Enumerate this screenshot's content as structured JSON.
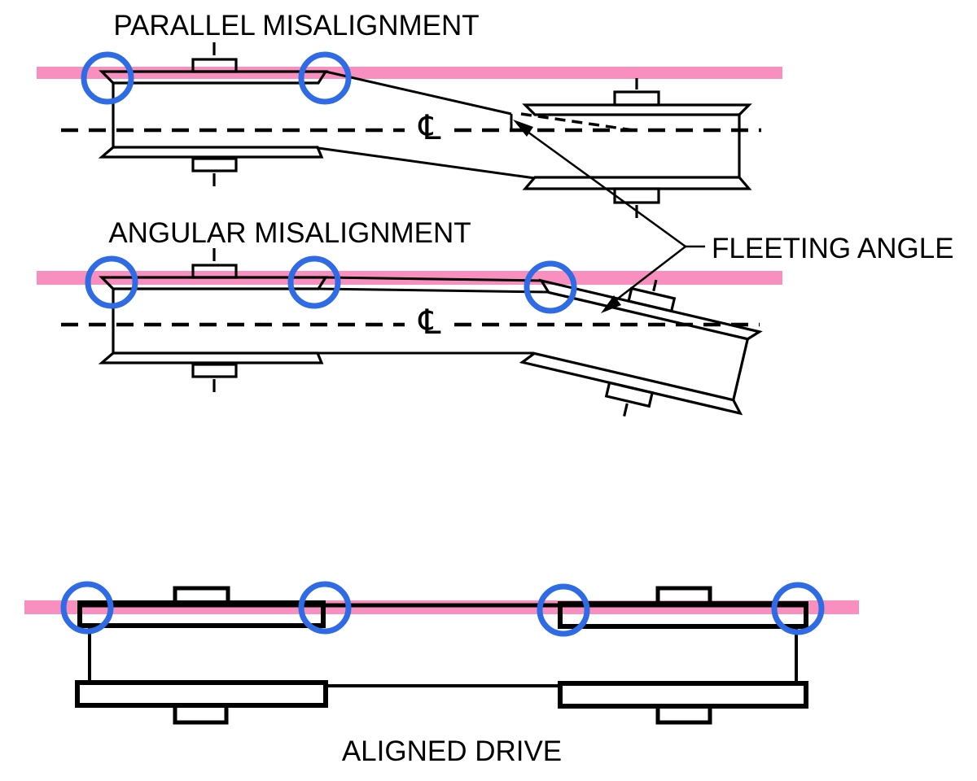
{
  "diagram": {
    "labels": {
      "parallel_title": "PARALLEL MISALIGNMENT",
      "angular_title": "ANGULAR MISALIGNMENT",
      "fleeting_angle": "FLEETING ANGLE",
      "aligned_title": "ALIGNED DRIVE",
      "centerline_symbol": "℄"
    },
    "colors": {
      "ink": "#000000",
      "band_pink": "#F98FBE",
      "circle_blue": "#2F6BE4",
      "background": "#FFFFFF"
    }
  }
}
